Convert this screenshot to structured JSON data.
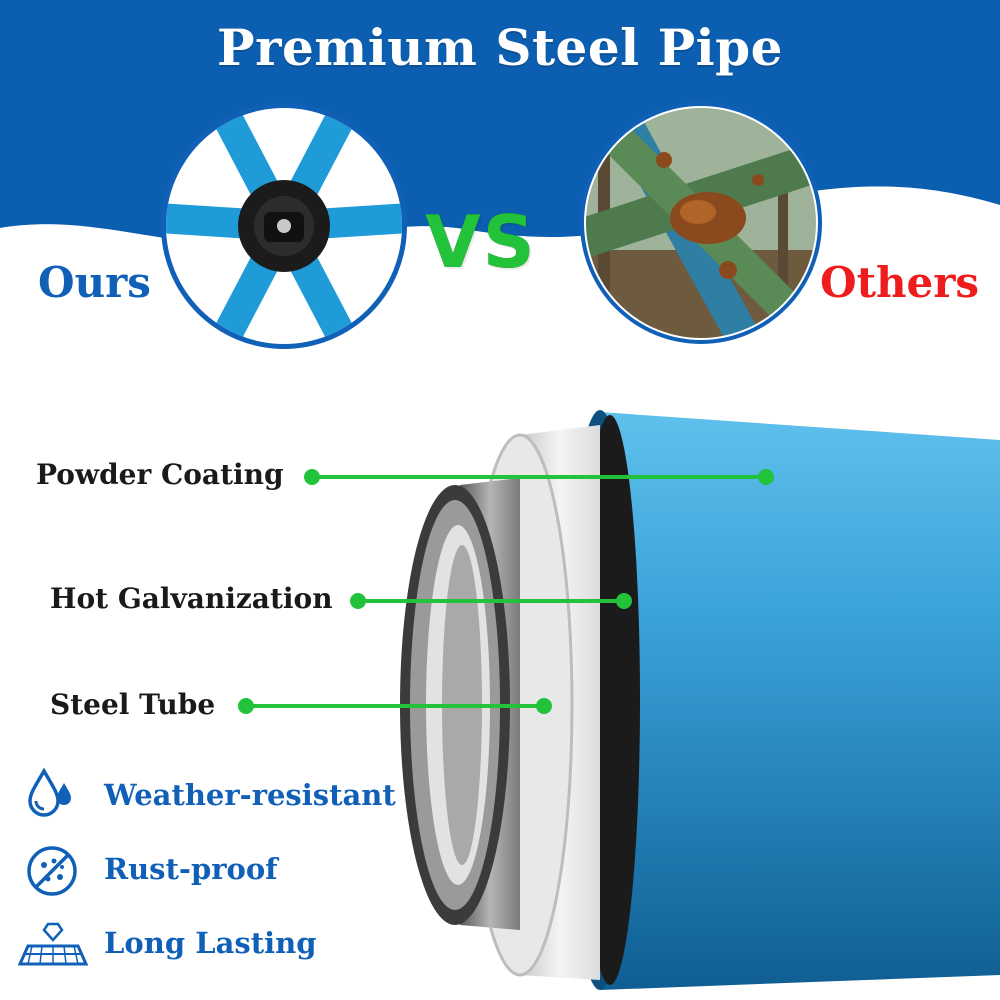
{
  "title": "Premium Steel Pipe",
  "comparison": {
    "ours_label": "Ours",
    "vs_label": "VS",
    "others_label": "Others"
  },
  "layers": [
    {
      "label": "Powder Coating"
    },
    {
      "label": "Hot Galvanization"
    },
    {
      "label": "Steel Tube"
    }
  ],
  "features": [
    {
      "label": "Weather-resistant",
      "icon": "water-drops-icon"
    },
    {
      "label": "Rust-proof",
      "icon": "rust-proof-icon"
    },
    {
      "label": "Long Lasting",
      "icon": "diamond-layers-icon"
    }
  ],
  "colors": {
    "header_blue": "#0c5fb0",
    "pipe_blue": "#2c9ad4",
    "marker_green": "#22c33a",
    "others_red": "#ee1c1c",
    "feature_blue": "#1060b8"
  }
}
